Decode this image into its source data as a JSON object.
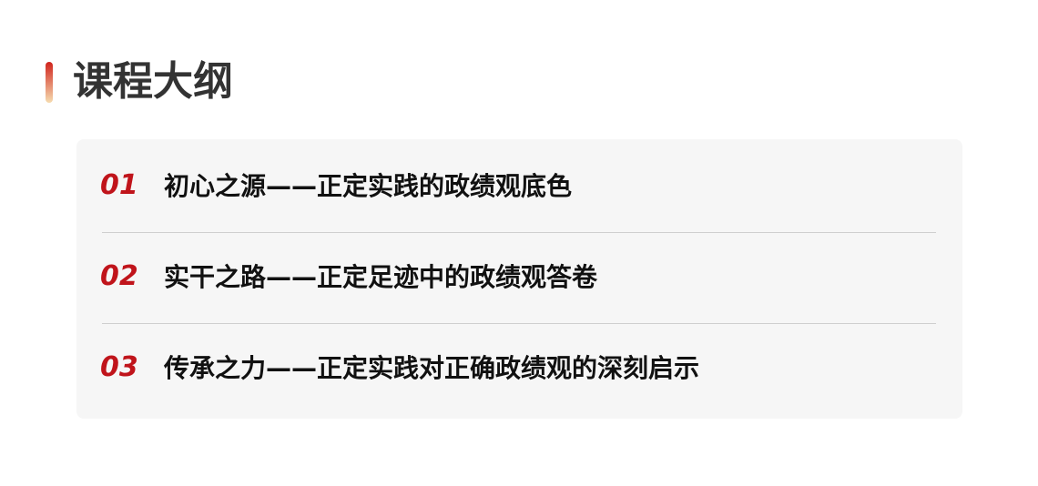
{
  "header": {
    "title": "课程大纲"
  },
  "items": [
    {
      "num": "01",
      "text": "初心之源——正定实践的政绩观底色"
    },
    {
      "num": "02",
      "text": "实干之路——正定足迹中的政绩观答卷"
    },
    {
      "num": "03",
      "text": "传承之力——正定实践对正确政绩观的深刻启示"
    }
  ],
  "colors": {
    "accent": "#c0141b"
  }
}
